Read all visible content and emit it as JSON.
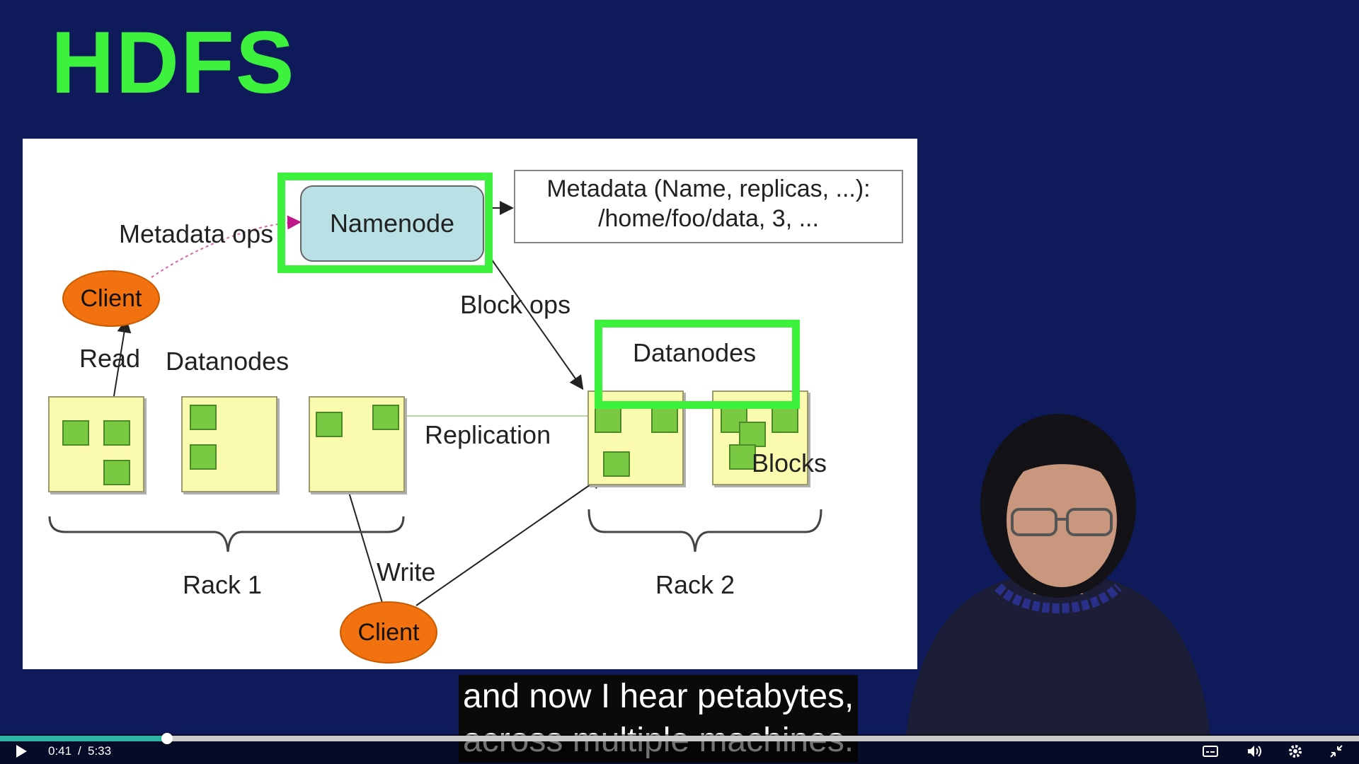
{
  "slide": {
    "title": "HDFS"
  },
  "diagram": {
    "namenode": "Namenode",
    "metadata_line1": "Metadata (Name, replicas, ...):",
    "metadata_line2": "/home/foo/data, 3, ...",
    "metadata_ops": "Metadata ops",
    "block_ops": "Block ops",
    "client_top": "Client",
    "client_bottom": "Client",
    "read": "Read",
    "write": "Write",
    "datanodes_left": "Datanodes",
    "datanodes_right": "Datanodes",
    "replication": "Replication",
    "blocks": "Blocks",
    "rack1": "Rack 1",
    "rack2": "Rack 2"
  },
  "captions": {
    "line1": "and now I hear petabytes,",
    "line2": "across multiple machines."
  },
  "player": {
    "current_time": "0:41",
    "separator": "/",
    "duration": "5:33",
    "progress": 0.123,
    "accent_color": "#2bb3a3",
    "icons": [
      "play-icon",
      "captions-icon",
      "volume-icon",
      "settings-icon",
      "exit-fullscreen-icon"
    ]
  },
  "colors": {
    "background": "#0e1a5a",
    "title": "#3cf23c",
    "highlight": "#3cf23c",
    "client": "#f2720f",
    "namenode": "#b9e0e4",
    "rack": "#fbfbb0",
    "block": "#7ac943"
  }
}
